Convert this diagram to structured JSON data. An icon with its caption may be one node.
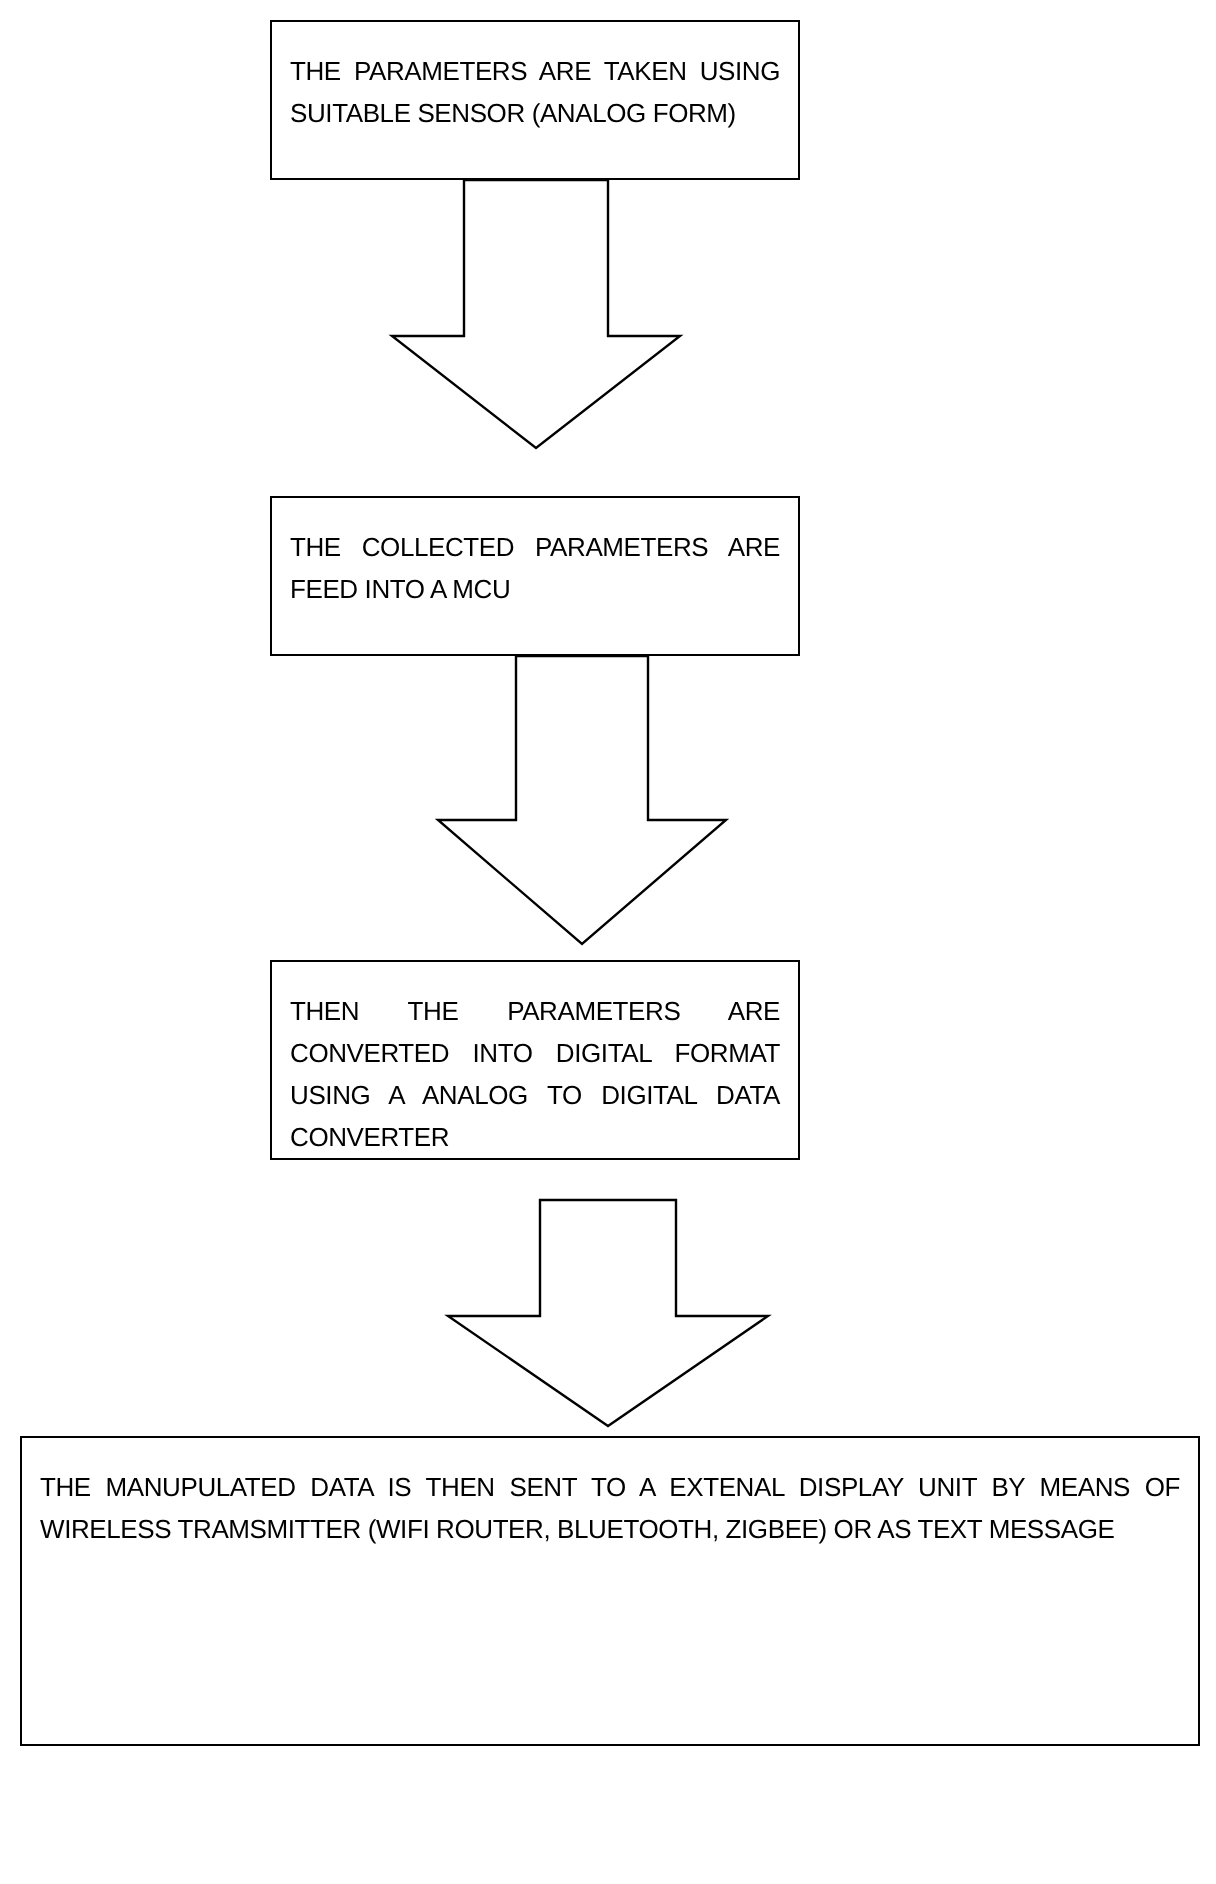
{
  "diagram": {
    "nodes": [
      {
        "text": [
          "THE PARAMETERS ARE TAKEN USING SUITABLE SENSOR (ANALOG FORM)"
        ]
      },
      {
        "text": [
          "THE COLLECTED PARAMETERS ARE FEED INTO A MCU"
        ]
      },
      {
        "text": [
          "THEN THE PARAMETERS ARE CONVERTED INTO DIGITAL FORMAT USING A ANALOG TO DIGITAL DATA CONVERTER"
        ]
      },
      {
        "text": [
          "THE MANUPULATED DATA IS THEN SENT TO A EXTENAL DISPLAY UNIT BY MEANS OF WIRELESS TRAMSMITTER (WIFI ROUTER, BLUETOOTH, ZIGBEE) OR AS TEXT MESSAGE"
        ]
      }
    ],
    "edges": [
      {
        "from": 0,
        "to": 1,
        "arrow": "to"
      },
      {
        "from": 1,
        "to": 2,
        "arrow": "to"
      },
      {
        "from": 2,
        "to": 3,
        "arrow": "to"
      }
    ]
  }
}
